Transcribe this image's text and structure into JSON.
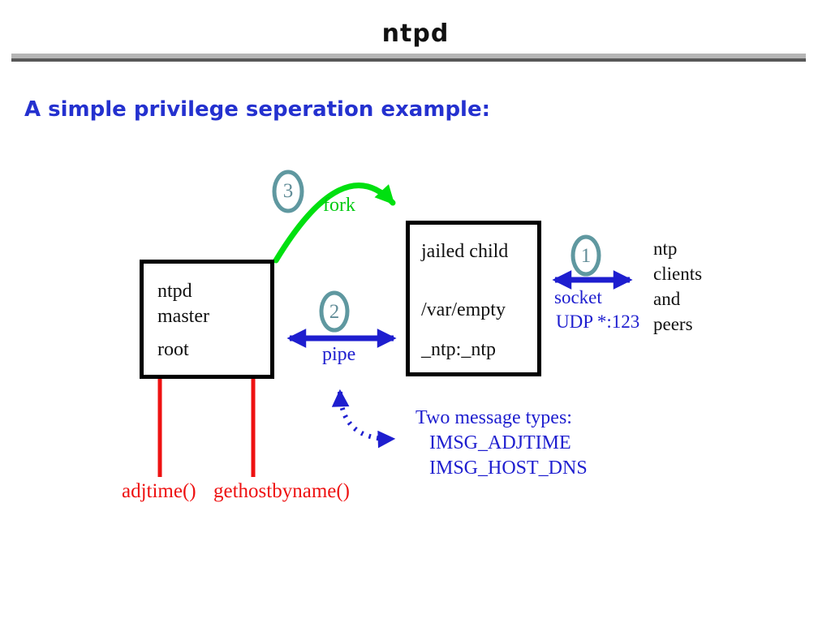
{
  "slide": {
    "title": "ntpd",
    "subtitle": "A simple privilege seperation example:"
  },
  "colors": {
    "title_text": "#111111",
    "subtitle_blue": "#2431cf",
    "diagram_blue": "#1e1ecf",
    "fork_green": "#00e010",
    "syscall_red": "#ee1111",
    "badge_teal": "#5f98a0",
    "rule_light_gray": "#b5b5b5",
    "rule_dark_gray": "#585858",
    "box_border": "#000000"
  },
  "diagram": {
    "master_box": {
      "lines": {
        "0": "ntpd",
        "1": "master",
        "2": "root"
      }
    },
    "child_box": {
      "lines": {
        "0": "jailed child",
        "1": "/var/empty",
        "2": "_ntp:_ntp"
      }
    },
    "fork_label": "fork",
    "pipe_label": "pipe",
    "socket_label_line1": "socket",
    "socket_label_line2": "UDP *:123",
    "peers_lines": {
      "0": "ntp",
      "1": "clients",
      "2": "and",
      "3": "peers"
    },
    "badges": {
      "one": "1",
      "two": "2",
      "three": "3"
    },
    "messages": {
      "title": "Two message types:",
      "types": {
        "0": "IMSG_ADJTIME",
        "1": "IMSG_HOST_DNS"
      }
    },
    "syscalls": {
      "0": "adjtime()",
      "1": "gethostbyname()"
    }
  }
}
